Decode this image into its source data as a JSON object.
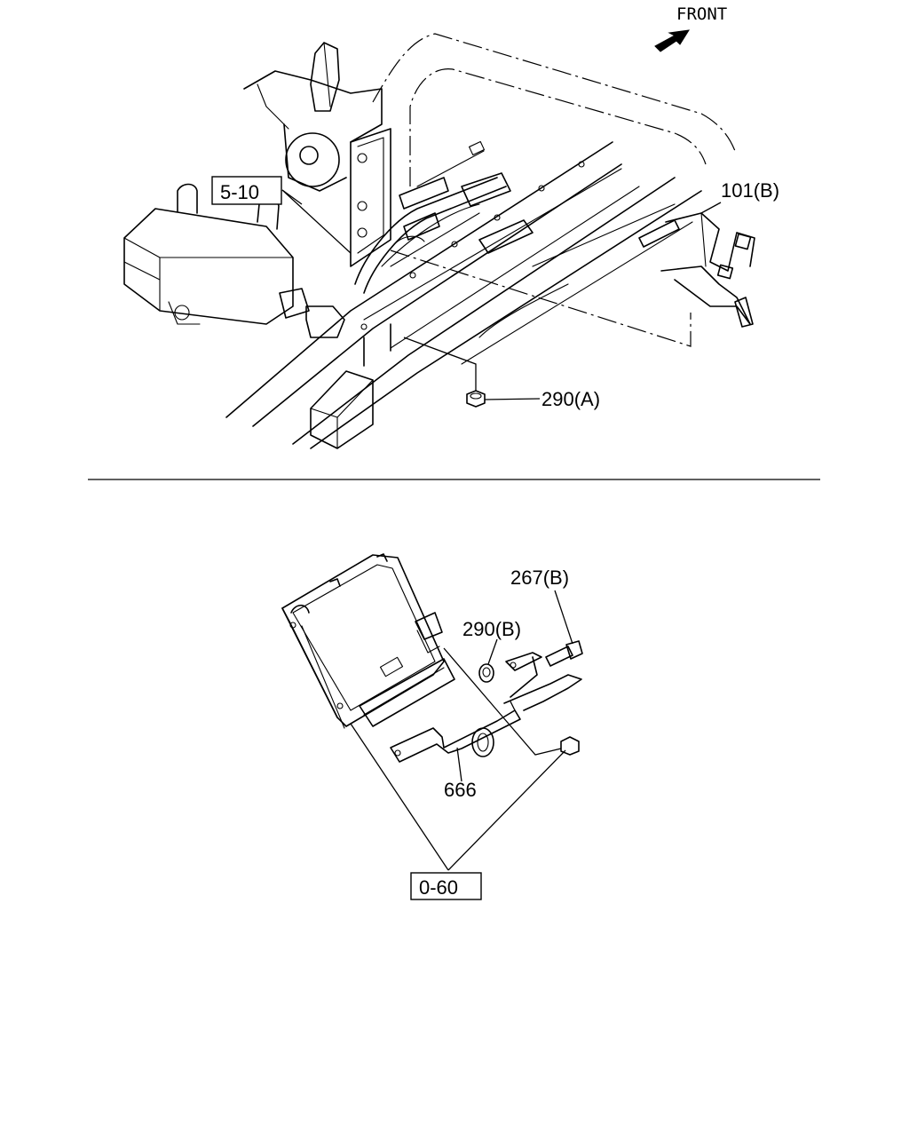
{
  "orientation": {
    "front_label": "FRONT",
    "arrow_icon": "front-arrow-icon"
  },
  "upper_view": {
    "callouts": {
      "c510": "5-10",
      "c101b": "101(B)",
      "c290a": "290(A)"
    }
  },
  "lower_view": {
    "callouts": {
      "c267b": "267(B)",
      "c290b": "290(B)",
      "c666": "666",
      "c060": "0-60"
    }
  },
  "colors": {
    "line": "#000000",
    "background": "#ffffff"
  }
}
